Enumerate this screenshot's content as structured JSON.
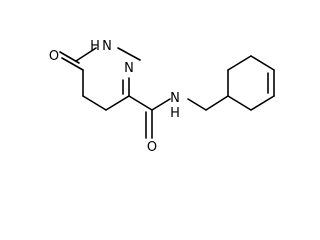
{
  "molecule": {
    "atoms": {
      "ring_n_label": "N",
      "ring_nh_label": "H",
      "ring_nh_n_label": "N",
      "ketone_o_label": "O",
      "amide_n_label": "N",
      "amide_h_label": "H",
      "amide_o_label": "O"
    }
  },
  "colors": {
    "bond": "#000000",
    "background": "#ffffff"
  }
}
